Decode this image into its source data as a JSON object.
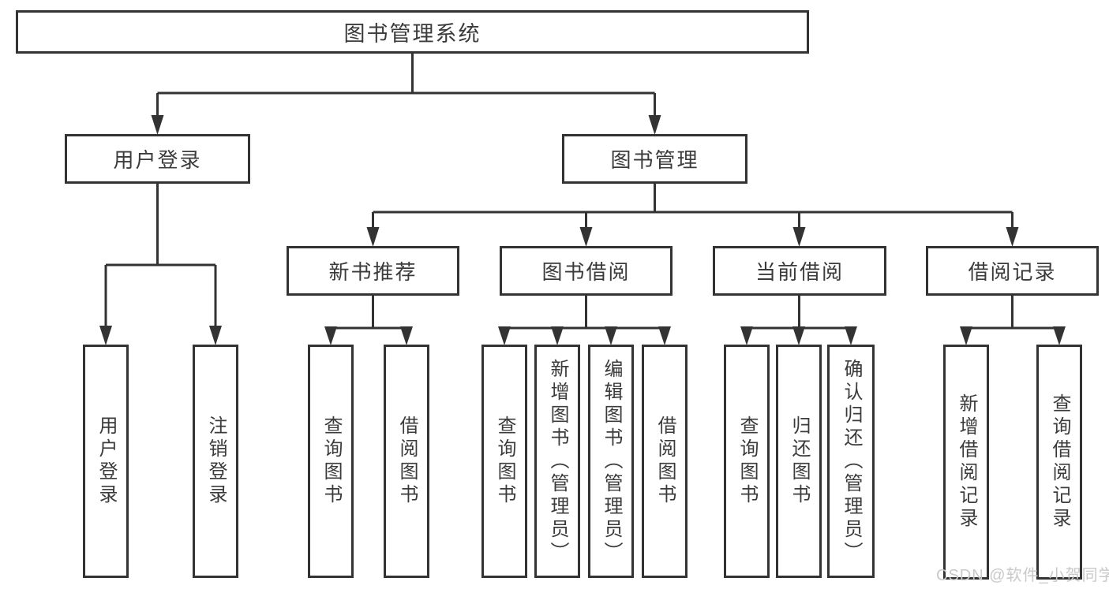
{
  "tree": {
    "root": "图书管理系统",
    "branches": [
      {
        "label": "用户登录",
        "children": [
          {
            "label": "用户登录"
          },
          {
            "label": "注销登录"
          }
        ]
      },
      {
        "label": "图书管理",
        "children": [
          {
            "label": "新书推荐",
            "children": [
              {
                "label": "查询图书"
              },
              {
                "label": "借阅图书"
              }
            ]
          },
          {
            "label": "图书借阅",
            "children": [
              {
                "label": "查询图书"
              },
              {
                "label": "新增图书（管理员）"
              },
              {
                "label": "编辑图书（管理员）"
              },
              {
                "label": "借阅图书"
              }
            ]
          },
          {
            "label": "当前借阅",
            "children": [
              {
                "label": "查询图书"
              },
              {
                "label": "归还图书"
              },
              {
                "label": "确认归还（管理员）"
              }
            ]
          },
          {
            "label": "借阅记录",
            "children": [
              {
                "label": "新增借阅记录"
              },
              {
                "label": "查询借阅记录"
              }
            ]
          }
        ]
      }
    ]
  },
  "watermark": "CSDN @软件_小贺同学",
  "colors": {
    "line": "#333333",
    "text": "#3b3b3b",
    "watermark": "#c9c9c9",
    "background": "#ffffff"
  }
}
